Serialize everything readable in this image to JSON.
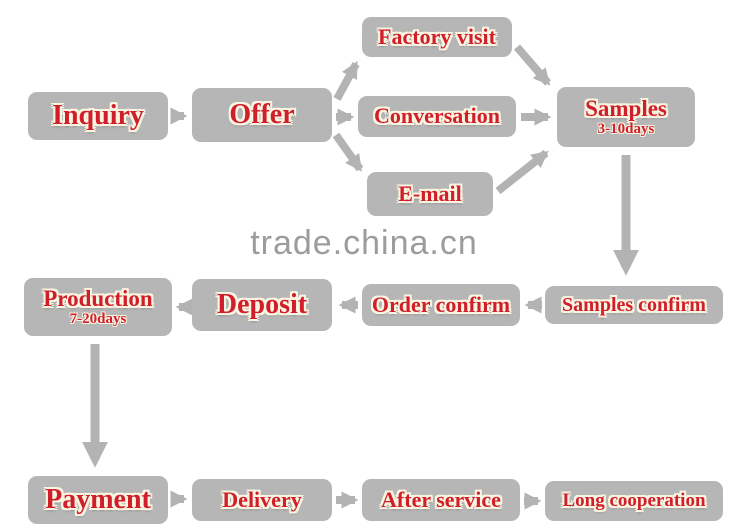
{
  "watermark": {
    "text": "trade.china.cn"
  },
  "nodes": {
    "inquiry": {
      "label": "Inquiry"
    },
    "offer": {
      "label": "Offer"
    },
    "factory_visit": {
      "label": "Factory visit"
    },
    "conversation": {
      "label": "Conversation"
    },
    "email": {
      "label": "E-mail"
    },
    "samples": {
      "label": "Samples",
      "duration": "3-10days"
    },
    "samples_confirm": {
      "label": "Samples confirm"
    },
    "order_confirm": {
      "label": "Order confirm"
    },
    "deposit": {
      "label": "Deposit"
    },
    "production": {
      "label": "Production",
      "duration": "7-20days"
    },
    "payment": {
      "label": "Payment"
    },
    "delivery": {
      "label": "Delivery"
    },
    "after_service": {
      "label": "After service"
    },
    "long_cooperation": {
      "label": "Long cooperation"
    }
  },
  "colors": {
    "box_bg": "#b6b6b6",
    "label_red": "#d01f2a",
    "label_outline": "#faf5e2",
    "arrow_gray": "#b3b3b3",
    "watermark_gray": "#9c9c9c"
  },
  "flow": [
    "Inquiry -> Offer",
    "Offer -> Factory visit | Conversation | E-mail",
    "Factory visit | Conversation | E-mail -> Samples (3-10days)",
    "Samples -> Samples confirm -> Order confirm -> Deposit -> Production (7-20days)",
    "Production -> Payment -> Delivery -> After service -> Long cooperation"
  ]
}
